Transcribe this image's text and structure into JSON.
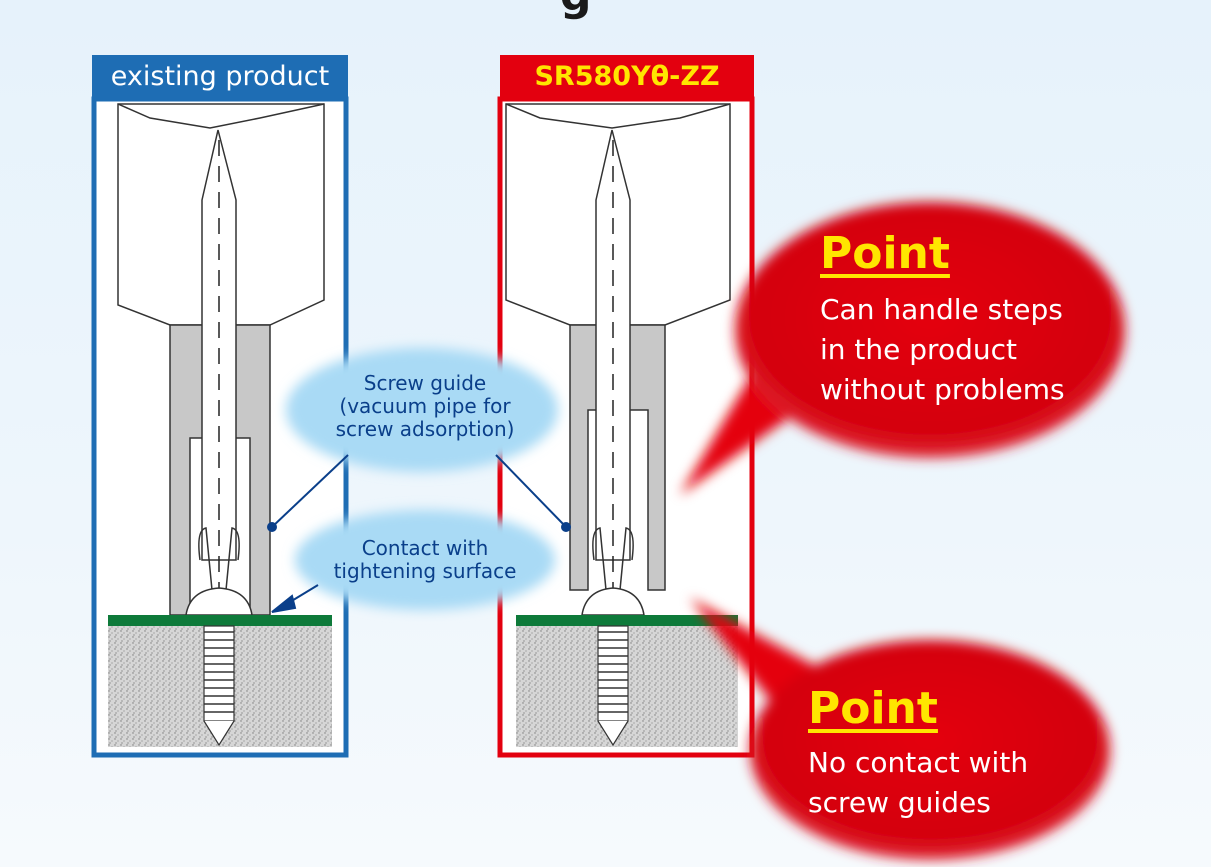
{
  "top_title_fragment": "g",
  "left_panel": {
    "label": "existing product"
  },
  "right_panel": {
    "label": "SR580Yθ-ZZ"
  },
  "callouts": {
    "screw_guide": [
      "Screw guide",
      "(vacuum pipe for",
      "screw adsorption)"
    ],
    "contact": [
      "Contact with",
      "tightening surface"
    ]
  },
  "point_bubbles": [
    {
      "title": "Point",
      "lines": [
        "Can handle steps",
        "in the product",
        "without problems"
      ]
    },
    {
      "title": "Point",
      "lines": [
        "No contact with",
        "screw guides"
      ]
    }
  ],
  "colors": {
    "existing_frame": "#1e6db4",
    "new_frame": "#e3000f",
    "point_title": "#ffe600",
    "callout_fill": "#a9daf5",
    "callout_text": "#0a3f8a",
    "surface_green": "#0e7a3a"
  }
}
